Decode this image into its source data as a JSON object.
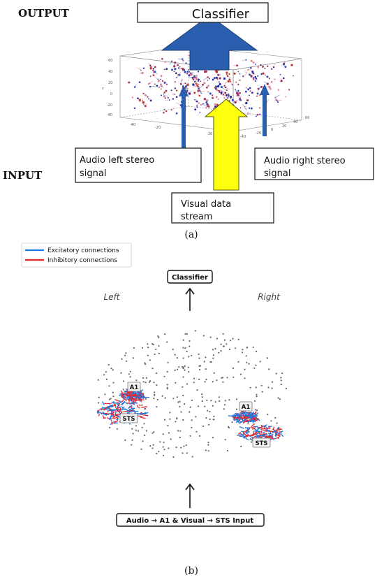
{
  "panel_a": {
    "output_label": "OUTPUT",
    "input_label": "INPUT",
    "classifier_box": "Classifier",
    "audio_left_line1": "Audio left stereo",
    "audio_left_line2": "signal",
    "audio_right_line1": "Audio right stereo",
    "audio_right_line2": "signal",
    "visual_line1": "Visual data",
    "visual_line2": "stream",
    "caption": "(a)",
    "tick_labels_z": [
      "60",
      "40",
      "20",
      "0",
      "-20",
      "-40"
    ],
    "tick_labels_x": [
      "-40",
      "-20",
      "0",
      "20",
      "40"
    ],
    "tick_labels_y": [
      "60",
      "40",
      "20",
      "0",
      "-20",
      "-40"
    ],
    "axis_z": "z",
    "axis_x": "x",
    "colors": {
      "big_arrow": "#2a5fb0",
      "yellow_arrow": "#ffff10",
      "thin_arrow": "#2a5fb0"
    }
  },
  "panel_b": {
    "legend": [
      {
        "label": "Excitatory connections",
        "color": "#1f77e0"
      },
      {
        "label": "Inhibitory connections",
        "color": "#e8272a"
      }
    ],
    "classifier_label": "Classifier",
    "left_label": "Left",
    "right_label": "Right",
    "region_labels": {
      "left_a1": "A1",
      "left_sts": "STS",
      "right_a1": "A1",
      "right_sts": "STS"
    },
    "input_label": "Audio → A1 & Visual → STS Input",
    "caption": "(b)"
  }
}
